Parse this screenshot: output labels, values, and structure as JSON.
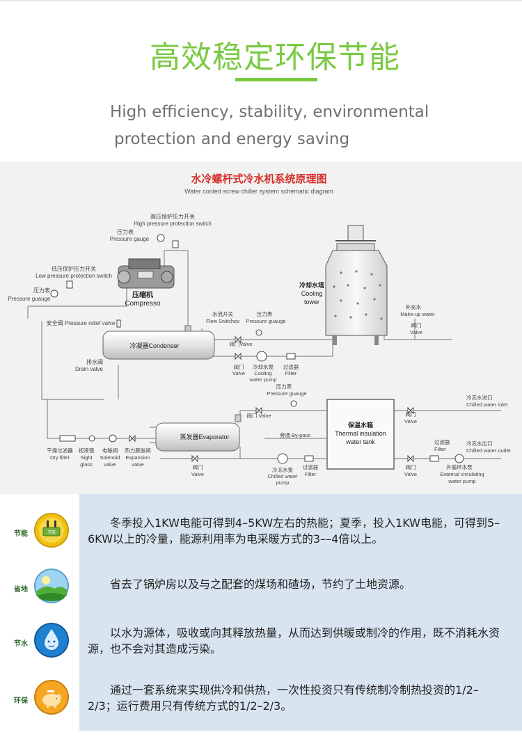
{
  "header": {
    "title_cn": "高效稳定环保节能",
    "title_en_line1": "High efficiency, stability, environmental",
    "title_en_line2": "protection and energy saving"
  },
  "diagram": {
    "title_cn": "水冷螺杆式冷水机系统原理图",
    "title_en": "Water cooled screw chiller system schematic diagram",
    "labels": {
      "hp_switch_cn": "高压保护压力开关",
      "hp_switch_en": "High pressure protection switch",
      "pg1_cn": "压力表",
      "pg1_en": "Pressure gauge",
      "lp_switch_cn": "低压保护压力开关",
      "lp_switch_en": "Low pressure protection switch",
      "pg2_cn": "压力表",
      "pg2_en": "Pressure guauge",
      "compressor_cn": "压缩机",
      "compressor_en": "Compresso",
      "tower_cn": "冷却水塔",
      "tower_en1": "Cooling",
      "tower_en2": "tower",
      "makeup_cn": "补充水",
      "makeup_en": "Make-up water",
      "valve_right_cn": "阀门",
      "valve_right_en": "Valve",
      "relief": "安全阀 Pressure relief valve",
      "flow_cn": "水流开关",
      "flow_en": "Flow Switches",
      "pg3_cn": "压力表",
      "pg3_en": "Pressure guauge",
      "valve_flow": "阀门Valve",
      "condenser": "冷凝器Condenser",
      "drain_cn": "排水阀",
      "drain_en": "Drain valve",
      "valve_cw_cn": "阀门",
      "valve_cw_en": "Valve",
      "cwpump_cn": "冷却水泵",
      "cwpump_en1": "Cooling",
      "cwpump_en2": "water pump",
      "filter1_cn": "过滤器",
      "filter1_en": "Filter",
      "pg4_cn": "压力表",
      "pg4_en": "Pressure guauge",
      "valve_evap": "阀门 Valve",
      "tank_cn": "保温水箱",
      "tank_en1": "Thermal insulation",
      "tank_en2": "water tank",
      "chilled_in_cn": "冷冻水进口",
      "chilled_in_en": "Chilled water inlet",
      "valve_in_cn": "阀门",
      "valve_in_en": "Valve",
      "evaporator": "蒸发器Evaporator",
      "bypass": "旁通 By-pass",
      "filter2_cn": "过滤器",
      "filter2_en": "Filter",
      "chilled_out_cn": "冷冻水出口",
      "chilled_out_en": "Chilled water outlet",
      "dry_cn": "干燥过滤器",
      "dry_en": "Dry filter",
      "sight_cn": "视液镜",
      "sight_en1": "Sight",
      "sight_en2": "glass",
      "solenoid_cn": "电磁阀",
      "solenoid_en1": "Solenoid",
      "solenoid_en2": "valve",
      "expansion_cn": "热力膨胀阀",
      "expansion_en1": "Expansion",
      "expansion_en2": "valve",
      "valve_bottom_cn": "阀门",
      "valve_bottom_en": "Valve",
      "chpump_cn": "冷冻水泵",
      "chpump_en1": "Chilled water",
      "chpump_en2": "pump",
      "filter3_cn": "过滤器",
      "filter3_en": "Filter",
      "valve_out_cn": "阀门",
      "valve_out_en": "Valve",
      "extpump_cn": "外循环水泵",
      "extpump_en1": "External circulating",
      "extpump_en2": "water pump"
    }
  },
  "benefits": [
    {
      "label": "节能",
      "icon": "energy-plug-icon",
      "icon_text": "节能",
      "text": "冬季投入1KW电能可得到4–5KW左右的热能；夏季，投入1KW电能，可得到5–6KW以上的冷量，能源利用率为电采暖方式的3––4倍以上。"
    },
    {
      "label": "省地",
      "icon": "land-landscape-icon",
      "text": "省去了锅炉房以及与之配套的煤场和碴场，节约了土地资源。"
    },
    {
      "label": "节水",
      "icon": "water-drop-icon",
      "text": "以水为源体，吸收或向其释放热量，从而达到供暖或制冷的作用，既不消耗水资源，也不会对其造成污染。"
    },
    {
      "label": "环保",
      "icon": "piggy-bank-icon",
      "text": "通过一套系统来实现供冷和供热，一次性投资只有传统制冷制热投资的1/2–2/3；运行费用只有传统方式的1/2–2/3。"
    }
  ],
  "colors": {
    "accent_green": "#7ac943",
    "diagram_title_red": "#d6302a",
    "panel_blue": "#d8e4f0",
    "line_gray": "#8a8a8a"
  }
}
